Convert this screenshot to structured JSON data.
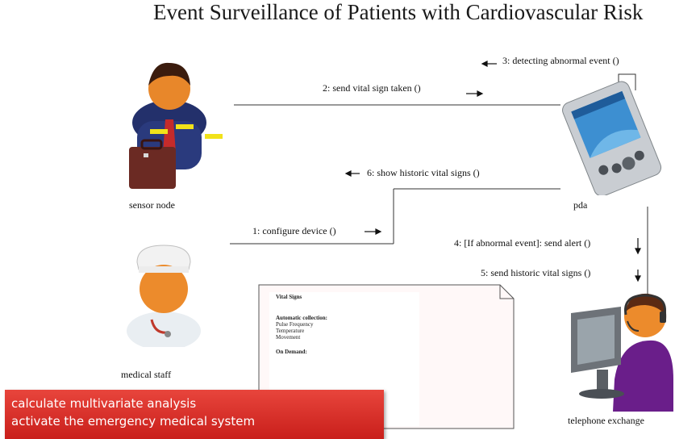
{
  "title": "Event Surveillance of Patients with Cardiovascular Risk",
  "actors": {
    "sensor_node": "sensor node",
    "medical_staff": "medical staff",
    "pda": "pda",
    "telephone_exchange": "telephone exchange"
  },
  "messages": {
    "m1": "1: configure device ()",
    "m2": "2: send vital sign taken ()",
    "m3": "3: detecting abnormal event ()",
    "m4": "4: [If abnormal event]: send alert ()",
    "m5": "5: send historic vital signs ()",
    "m6": "6: show historic vital signs ()"
  },
  "note": {
    "heading": "Vital Signs",
    "section1": "Automatic collection:",
    "items": [
      "Pulse Frequency",
      "Temperature",
      "Movement"
    ],
    "section2": "On Demand:"
  },
  "banner": {
    "line1": "calculate multivariate analysis",
    "line2": "activate the emergency medical system"
  }
}
